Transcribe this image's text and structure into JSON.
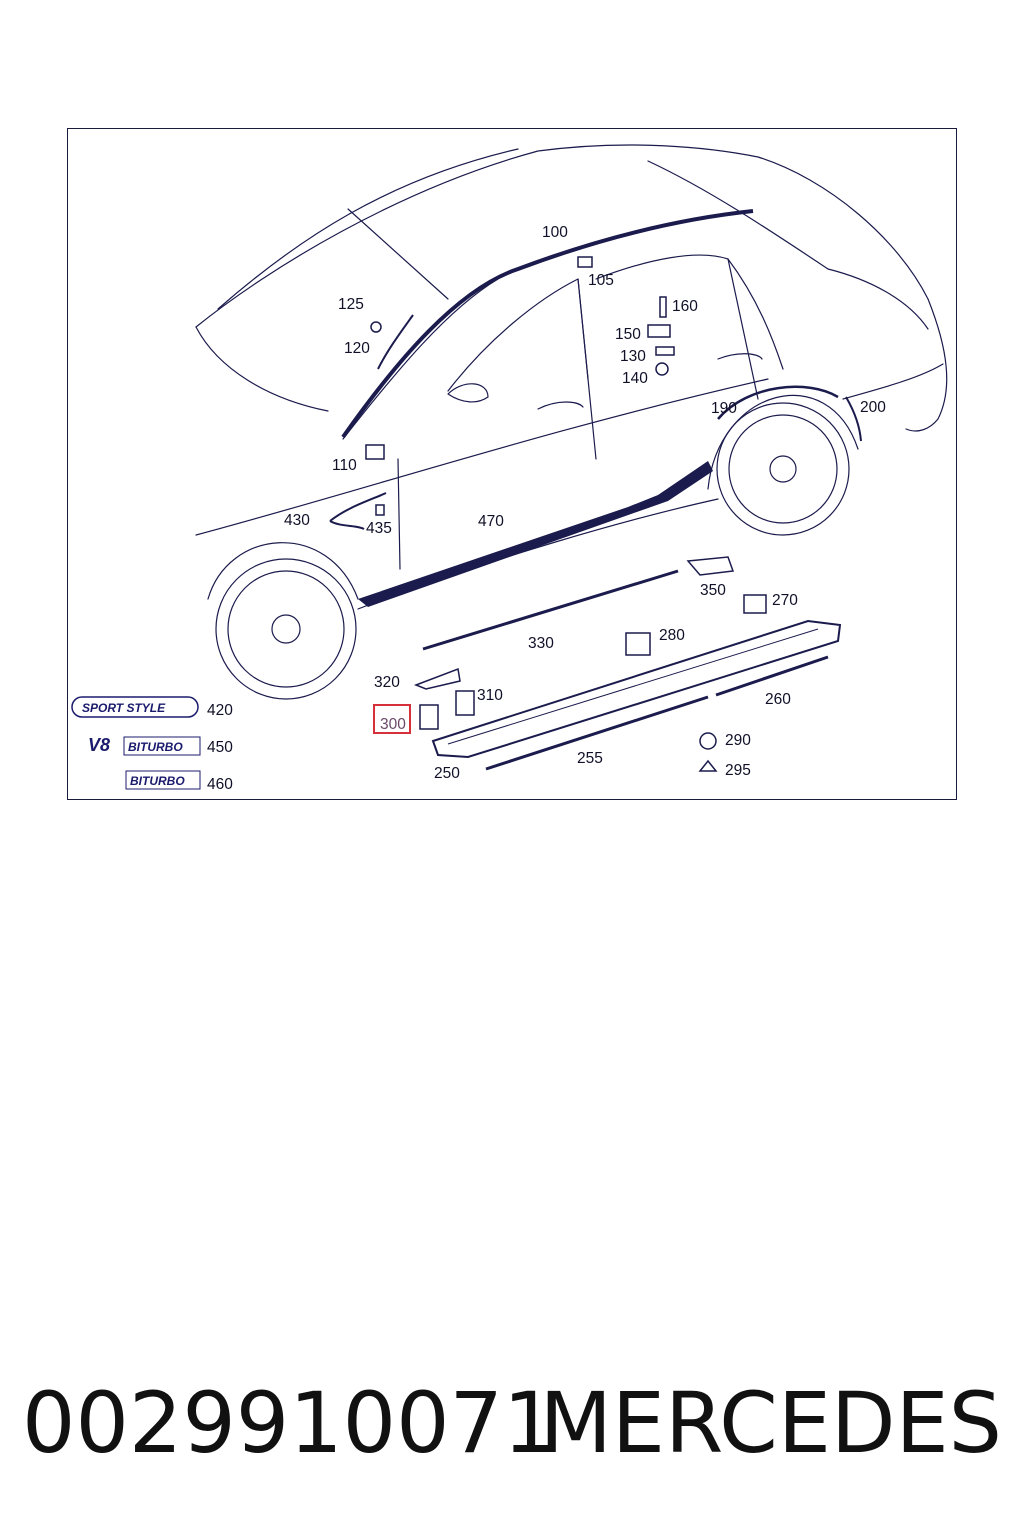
{
  "diagram": {
    "highlight_color": "#d6303a",
    "line_color": "#1b1b4d",
    "callouts": [
      {
        "id": "c100",
        "label": "100"
      },
      {
        "id": "c105",
        "label": "105"
      },
      {
        "id": "c110",
        "label": "110"
      },
      {
        "id": "c120",
        "label": "120"
      },
      {
        "id": "c125",
        "label": "125"
      },
      {
        "id": "c130",
        "label": "130"
      },
      {
        "id": "c140",
        "label": "140"
      },
      {
        "id": "c150",
        "label": "150"
      },
      {
        "id": "c160",
        "label": "160"
      },
      {
        "id": "c190",
        "label": "190"
      },
      {
        "id": "c200",
        "label": "200"
      },
      {
        "id": "c250",
        "label": "250"
      },
      {
        "id": "c255",
        "label": "255"
      },
      {
        "id": "c260",
        "label": "260"
      },
      {
        "id": "c270",
        "label": "270"
      },
      {
        "id": "c280",
        "label": "280"
      },
      {
        "id": "c290",
        "label": "290"
      },
      {
        "id": "c295",
        "label": "295"
      },
      {
        "id": "c300",
        "label": "300",
        "highlighted": true
      },
      {
        "id": "c310",
        "label": "310"
      },
      {
        "id": "c320",
        "label": "320"
      },
      {
        "id": "c330",
        "label": "330"
      },
      {
        "id": "c350",
        "label": "350"
      },
      {
        "id": "c420",
        "label": "420"
      },
      {
        "id": "c430",
        "label": "430"
      },
      {
        "id": "c435",
        "label": "435"
      },
      {
        "id": "c450",
        "label": "450"
      },
      {
        "id": "c460",
        "label": "460"
      },
      {
        "id": "c470",
        "label": "470"
      }
    ],
    "emblems": {
      "sport_style": "SPORT STYLE",
      "v8_prefix": "V8",
      "biturbo": "BITURBO",
      "biturbo_2": "BITURBO"
    }
  },
  "footer": {
    "part_number": "0029910071",
    "brand": "MERCEDES"
  }
}
